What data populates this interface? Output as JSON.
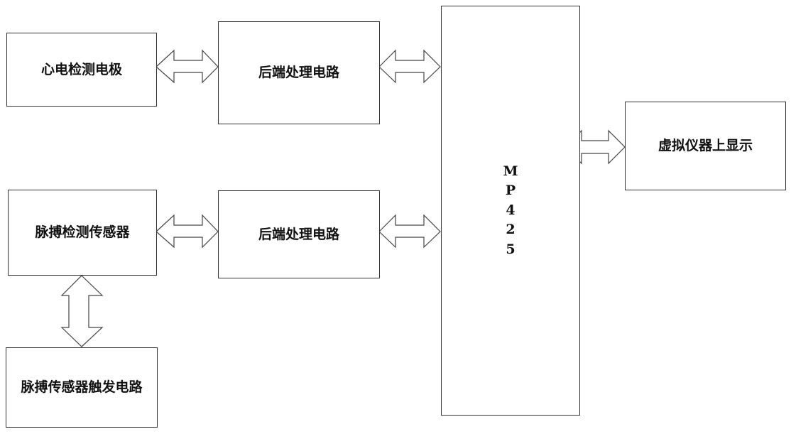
{
  "blocks": {
    "ecg_electrode": "心电检测电极",
    "backend_top": "后端处理电路",
    "pulse_sensor": "脉搏检测传感器",
    "backend_bottom": "后端处理电路",
    "pulse_trigger": "脉搏传感器触发电路",
    "mcu_chars": [
      "M",
      "P",
      "4",
      "2",
      "5"
    ],
    "display": "虚拟仪器上显示"
  }
}
